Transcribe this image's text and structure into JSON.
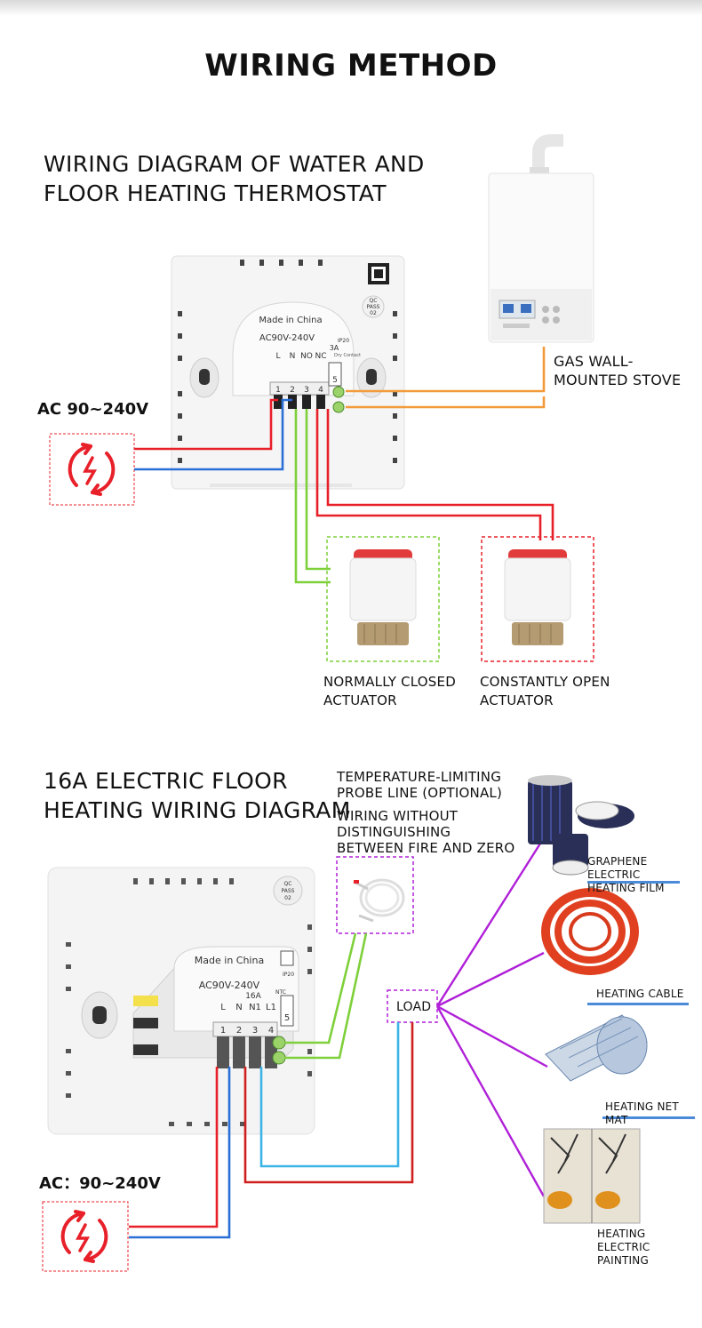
{
  "title": "WIRING METHOD",
  "section1": {
    "heading_line1": "WIRING DIAGRAM OF WATER AND",
    "heading_line2": "FLOOR HEATING THERMOSTAT",
    "power_label": "AC 90~240V",
    "stove_label_line1": "GAS WALL-",
    "stove_label_line2": "MOUNTED STOVE",
    "nc_actuator_line1": "NORMALLY CLOSED",
    "nc_actuator_line2": "ACTUATOR",
    "no_actuator_line1": "CONSTANTLY OPEN",
    "no_actuator_line2": "ACTUATOR",
    "device": {
      "made_in": "Made in China",
      "rating": "AC90V-240V",
      "current": "3A",
      "ip": "IP20",
      "dry_contact": "Dry Contact",
      "terminals": [
        "L",
        "N",
        "NO",
        "NC"
      ],
      "numbers": [
        "1",
        "2",
        "3",
        "4",
        "5"
      ],
      "qc": [
        "QC",
        "PASS",
        "02"
      ]
    }
  },
  "section2": {
    "heading_line1": "16A ELECTRIC FLOOR",
    "heading_line2": "HEATING WIRING DIAGRAM",
    "probe_line1": "TEMPERATURE-LIMITING",
    "probe_line2": "PROBE LINE (OPTIONAL)",
    "wiring_line1": "WIRING WITHOUT",
    "wiring_line2": "DISTINGUISHING",
    "wiring_line3": "BETWEEN FIRE AND ZERO",
    "load_label": "LOAD",
    "power_label": "AC：90~240V",
    "loads": [
      {
        "line1": "GRAPHENE ELECTRIC",
        "line2": "HEATING FILM"
      },
      {
        "line1": "HEATING CABLE",
        "line2": ""
      },
      {
        "line1": "HEATING NET MAT",
        "line2": ""
      },
      {
        "line1": "HEATING",
        "line2": "ELECTRIC PAINTING"
      }
    ],
    "device": {
      "made_in": "Made in China",
      "rating": "AC90V-240V",
      "current": "16A",
      "ip": "IP20",
      "ntc": "NTC",
      "terminals": [
        "L",
        "N",
        "N1",
        "L1"
      ],
      "numbers": [
        "1",
        "2",
        "3",
        "4",
        "5"
      ],
      "qc": [
        "QC",
        "PASS",
        "02"
      ]
    }
  },
  "colors": {
    "live": "#e8202a",
    "neutral": "#2a6fd6",
    "orange": "#f39a3a",
    "green": "#7ed03a",
    "purple": "#b020d8",
    "light_blue": "#3cb4e6",
    "dark_red": "#d0201e"
  }
}
